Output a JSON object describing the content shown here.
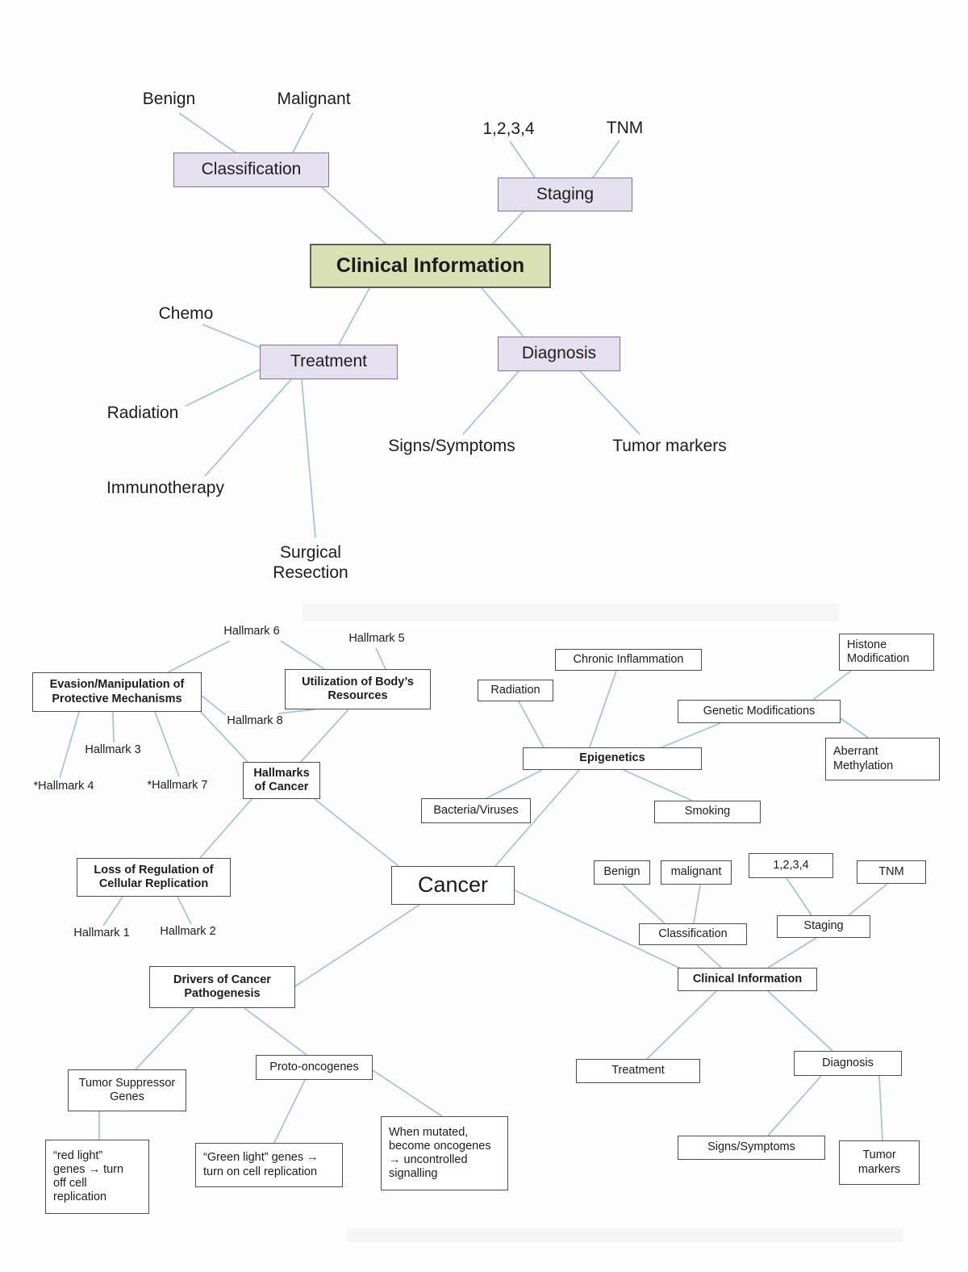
{
  "colors": {
    "connector_line": "#a3c1e2",
    "lavender_box_fill": "#e4e0ef",
    "lavender_box_border": "#7d7888",
    "green_box_fill": "#d9e0b4",
    "plain_box_border": "#4d4d4d",
    "text": "#1c1c1c"
  },
  "top_diagram": {
    "nodes": {
      "benign": "Benign",
      "malignant": "Malignant",
      "classification": "Classification",
      "stage_numbers": "1,2,3,4",
      "tnm": "TNM",
      "staging": "Staging",
      "clinical_information": "Clinical Information",
      "chemo": "Chemo",
      "treatment": "Treatment",
      "diagnosis": "Diagnosis",
      "radiation": "Radiation",
      "immunotherapy": "Immunotherapy",
      "surgical_resection": "Surgical\nResection",
      "signs_symptoms": "Signs/Symptoms",
      "tumor_markers": "Tumor markers"
    },
    "edges": [
      [
        "benign",
        "classification"
      ],
      [
        "malignant",
        "classification"
      ],
      [
        "classification",
        "clinical_information"
      ],
      [
        "stage_numbers",
        "staging"
      ],
      [
        "tnm",
        "staging"
      ],
      [
        "staging",
        "clinical_information"
      ],
      [
        "clinical_information",
        "treatment"
      ],
      [
        "clinical_information",
        "diagnosis"
      ],
      [
        "chemo",
        "treatment"
      ],
      [
        "radiation",
        "treatment"
      ],
      [
        "immunotherapy",
        "treatment"
      ],
      [
        "surgical_resection",
        "treatment"
      ],
      [
        "diagnosis",
        "signs_symptoms"
      ],
      [
        "diagnosis",
        "tumor_markers"
      ]
    ]
  },
  "bottom_diagram": {
    "nodes": {
      "hallmark6": "Hallmark 6",
      "hallmark5": "Hallmark 5",
      "evasion": "Evasion/Manipulation of\nProtective Mechanisms",
      "utilization": "Utilization of Body’s\nResources",
      "hallmark8": "Hallmark 8",
      "hallmark3": "Hallmark 3",
      "hallmark4": "*Hallmark 4",
      "hallmark7": "*Hallmark 7",
      "hallmarks_of_cancer": "Hallmarks\nof Cancer",
      "radiation": "Radiation",
      "chronic_inflammation": "Chronic Inflammation",
      "histone_modification": "Histone\nModification",
      "genetic_modifications": "Genetic Modifications",
      "epigenetics": "Epigenetics",
      "aberrant_methylation": "Aberrant\nMethylation",
      "bacteria_viruses": "Bacteria/Viruses",
      "smoking": "Smoking",
      "cancer": "Cancer",
      "benign": "Benign",
      "malignant": "malignant",
      "stage_numbers": "1,2,3,4",
      "tnm": "TNM",
      "classification": "Classification",
      "staging": "Staging",
      "clinical_information": "Clinical Information",
      "loss_of_regulation": "Loss of Regulation of\nCellular Replication",
      "hallmark1": "Hallmark 1",
      "hallmark2": "Hallmark 2",
      "drivers": "Drivers of Cancer\nPathogenesis",
      "treatment": "Treatment",
      "diagnosis": "Diagnosis",
      "tumor_suppressor_genes": "Tumor Suppressor\nGenes",
      "proto_oncogenes": "Proto-oncogenes",
      "red_light_genes": "“red light”\ngenes → turn\noff cell\nreplication",
      "green_light_genes": "“Green light” genes →\nturn on cell replication",
      "when_mutated": "When mutated,\nbecome oncogenes\n→ uncontrolled\nsignalling",
      "signs_symptoms": "Signs/Symptoms",
      "tumor_markers": "Tumor\nmarkers"
    },
    "edges": [
      [
        "evasion",
        "hallmark6"
      ],
      [
        "hallmark6",
        "utilization"
      ],
      [
        "hallmark5",
        "utilization"
      ],
      [
        "hallmark8",
        "utilization"
      ],
      [
        "evasion",
        "hallmark8"
      ],
      [
        "evasion",
        "hallmark3"
      ],
      [
        "evasion",
        "hallmark4"
      ],
      [
        "evasion",
        "hallmark7"
      ],
      [
        "evasion",
        "hallmarks_of_cancer"
      ],
      [
        "utilization",
        "hallmarks_of_cancer"
      ],
      [
        "hallmarks_of_cancer",
        "loss_of_regulation"
      ],
      [
        "hallmarks_of_cancer",
        "cancer"
      ],
      [
        "loss_of_regulation",
        "hallmark1"
      ],
      [
        "loss_of_regulation",
        "hallmark2"
      ],
      [
        "cancer",
        "drivers"
      ],
      [
        "cancer",
        "epigenetics"
      ],
      [
        "cancer",
        "clinical_information"
      ],
      [
        "epigenetics",
        "radiation"
      ],
      [
        "epigenetics",
        "chronic_inflammation"
      ],
      [
        "epigenetics",
        "genetic_modifications"
      ],
      [
        "epigenetics",
        "bacteria_viruses"
      ],
      [
        "epigenetics",
        "smoking"
      ],
      [
        "genetic_modifications",
        "histone_modification"
      ],
      [
        "genetic_modifications",
        "aberrant_methylation"
      ],
      [
        "benign",
        "classification"
      ],
      [
        "malignant",
        "classification"
      ],
      [
        "stage_numbers",
        "staging"
      ],
      [
        "tnm",
        "staging"
      ],
      [
        "classification",
        "clinical_information"
      ],
      [
        "staging",
        "clinical_information"
      ],
      [
        "clinical_information",
        "treatment"
      ],
      [
        "clinical_information",
        "diagnosis"
      ],
      [
        "diagnosis",
        "signs_symptoms"
      ],
      [
        "diagnosis",
        "tumor_markers"
      ],
      [
        "drivers",
        "tumor_suppressor_genes"
      ],
      [
        "drivers",
        "proto_oncogenes"
      ],
      [
        "tumor_suppressor_genes",
        "red_light_genes"
      ],
      [
        "proto_oncogenes",
        "green_light_genes"
      ],
      [
        "proto_oncogenes",
        "when_mutated"
      ]
    ]
  }
}
